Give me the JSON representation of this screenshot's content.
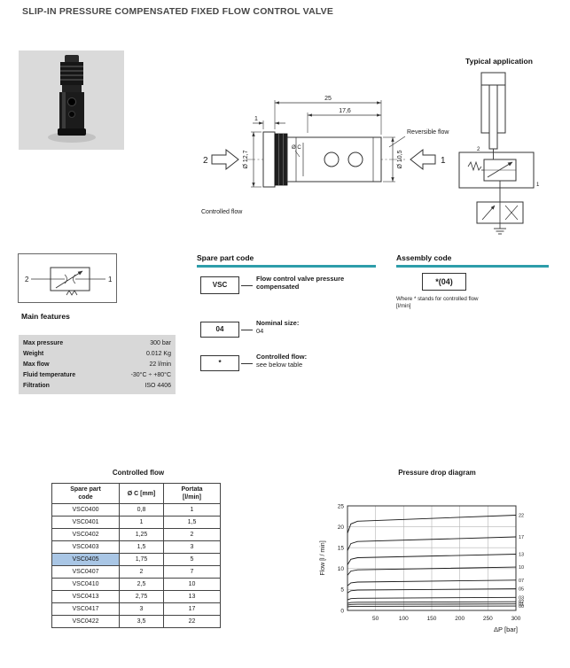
{
  "page": {
    "title": "SLIP-IN PRESSURE COMPENSATED FIXED FLOW CONTROL VALVE"
  },
  "drawing": {
    "dim_total_length": "25",
    "dim_body_length": "17,6",
    "dim_collar_width": "1",
    "dim_collar_diameter": "Ø 12,7",
    "dim_orifice_diameter": "Ø C",
    "dim_body_diameter": "Ø 10,5",
    "port_left": "2",
    "port_right": "1",
    "reversible_flow_label": "Reversible flow",
    "controlled_flow_label": "Controlled flow"
  },
  "typical_application": {
    "title": "Typical application",
    "port_top": "2",
    "port_bottom": "1"
  },
  "hydraulic_symbol": {
    "port_left": "2",
    "port_right": "1"
  },
  "main_features": {
    "title": "Main features",
    "rows": [
      {
        "label": "Max pressure",
        "value": "300 bar"
      },
      {
        "label": "Weight",
        "value": "0.012 Kg"
      },
      {
        "label": "Max flow",
        "value": "22 l/min"
      },
      {
        "label": "Fluid temperature",
        "value": "-30°C ÷ +80°C"
      },
      {
        "label": "Filtration",
        "value": "ISO 4406"
      }
    ]
  },
  "spare_part_code": {
    "title": "Spare part code",
    "items": [
      {
        "code": "VSC",
        "desc_bold": "Flow control valve pressure compensated",
        "desc": ""
      },
      {
        "code": "04",
        "desc_bold": "Nominal size:",
        "desc": "04"
      },
      {
        "code": "*",
        "desc_bold": "Controlled flow:",
        "desc": "see below table"
      }
    ]
  },
  "assembly_code": {
    "title": "Assembly code",
    "code": "*(04)",
    "note": "Where * stands for controlled flow [l/min]"
  },
  "controlled_flow_table": {
    "title": "Controlled flow",
    "headers": [
      "Spare part\ncode",
      "Ø C [mm]",
      "Portata\n[l/min]"
    ],
    "rows": [
      [
        "VSC0400",
        "0,8",
        "1"
      ],
      [
        "VSC0401",
        "1",
        "1,5"
      ],
      [
        "VSC0402",
        "1,25",
        "2"
      ],
      [
        "VSC0403",
        "1,5",
        "3"
      ],
      [
        "VSC0405",
        "1,75",
        "5"
      ],
      [
        "VSC0407",
        "2",
        "7"
      ],
      [
        "VSC0410",
        "2,5",
        "10"
      ],
      [
        "VSC0413",
        "2,75",
        "13"
      ],
      [
        "VSC0417",
        "3",
        "17"
      ],
      [
        "VSC0422",
        "3,5",
        "22"
      ]
    ],
    "highlighted_row_index": 4
  },
  "chart_data": {
    "type": "line",
    "title": "Pressure drop diagram",
    "xlabel": "ΔP [bar]",
    "ylabel": "Flow [l / min]",
    "xlim": [
      0,
      300
    ],
    "ylim": [
      0,
      25
    ],
    "xticks": [
      50,
      100,
      150,
      200,
      250,
      300
    ],
    "yticks": [
      0,
      5,
      10,
      15,
      20,
      25
    ],
    "grid": true,
    "legend_position": "right-edge-labels",
    "series": [
      {
        "label": "22",
        "flow_l_min": 22
      },
      {
        "label": "17",
        "flow_l_min": 17
      },
      {
        "label": "13",
        "flow_l_min": 13
      },
      {
        "label": "10",
        "flow_l_min": 10
      },
      {
        "label": "07",
        "flow_l_min": 7
      },
      {
        "label": "05",
        "flow_l_min": 5
      },
      {
        "label": "03",
        "flow_l_min": 3
      },
      {
        "label": "02",
        "flow_l_min": 2
      },
      {
        "label": "01",
        "flow_l_min": 1.5
      },
      {
        "label": "00",
        "flow_l_min": 1
      }
    ]
  }
}
